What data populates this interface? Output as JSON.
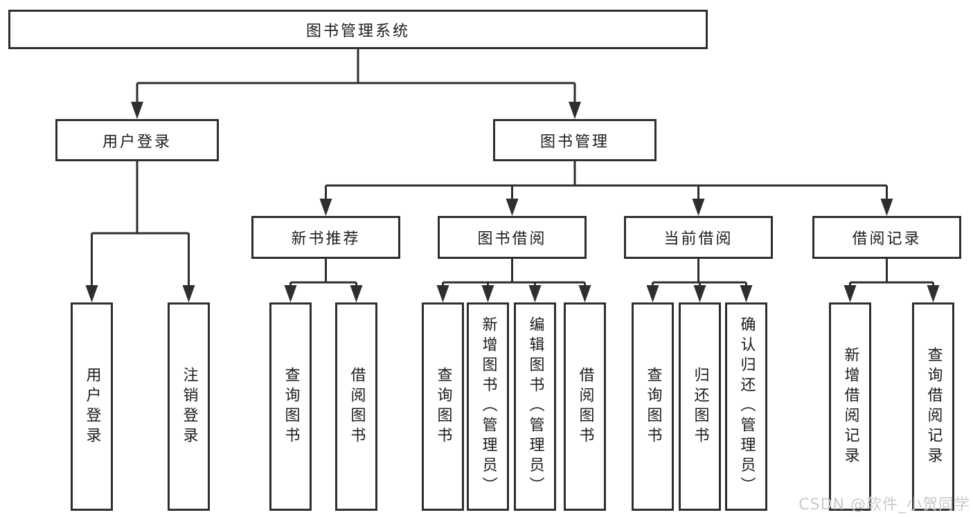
{
  "tree": {
    "root": "图书管理系统",
    "user_login": {
      "label": "用户登录",
      "children": {
        "login": "用户登录",
        "logout": "注销登录"
      }
    },
    "book_mgmt": {
      "label": "图书管理",
      "sections": {
        "new_book_rec": {
          "label": "新书推荐",
          "children": {
            "query": "查询图书",
            "borrow": "借阅图书"
          }
        },
        "book_borrow": {
          "label": "图书借阅",
          "children": {
            "query": "查询图书",
            "add": "新增图书（管理员）",
            "edit": "编辑图书（管理员）",
            "borrow": "借阅图书"
          }
        },
        "current_borrow": {
          "label": "当前借阅",
          "children": {
            "query": "查询图书",
            "return": "归还图书",
            "confirm": "确认归还（管理员）"
          }
        },
        "borrow_records": {
          "label": "借阅记录",
          "children": {
            "add": "新增借阅记录",
            "query": "查询借阅记录"
          }
        }
      }
    }
  },
  "watermark": "CSDN @软件_小贺同学",
  "colors": {
    "line": "#2e2e2e",
    "text": "#1c1c1c",
    "watermark": "#c9c9c9",
    "background": "#ffffff"
  }
}
